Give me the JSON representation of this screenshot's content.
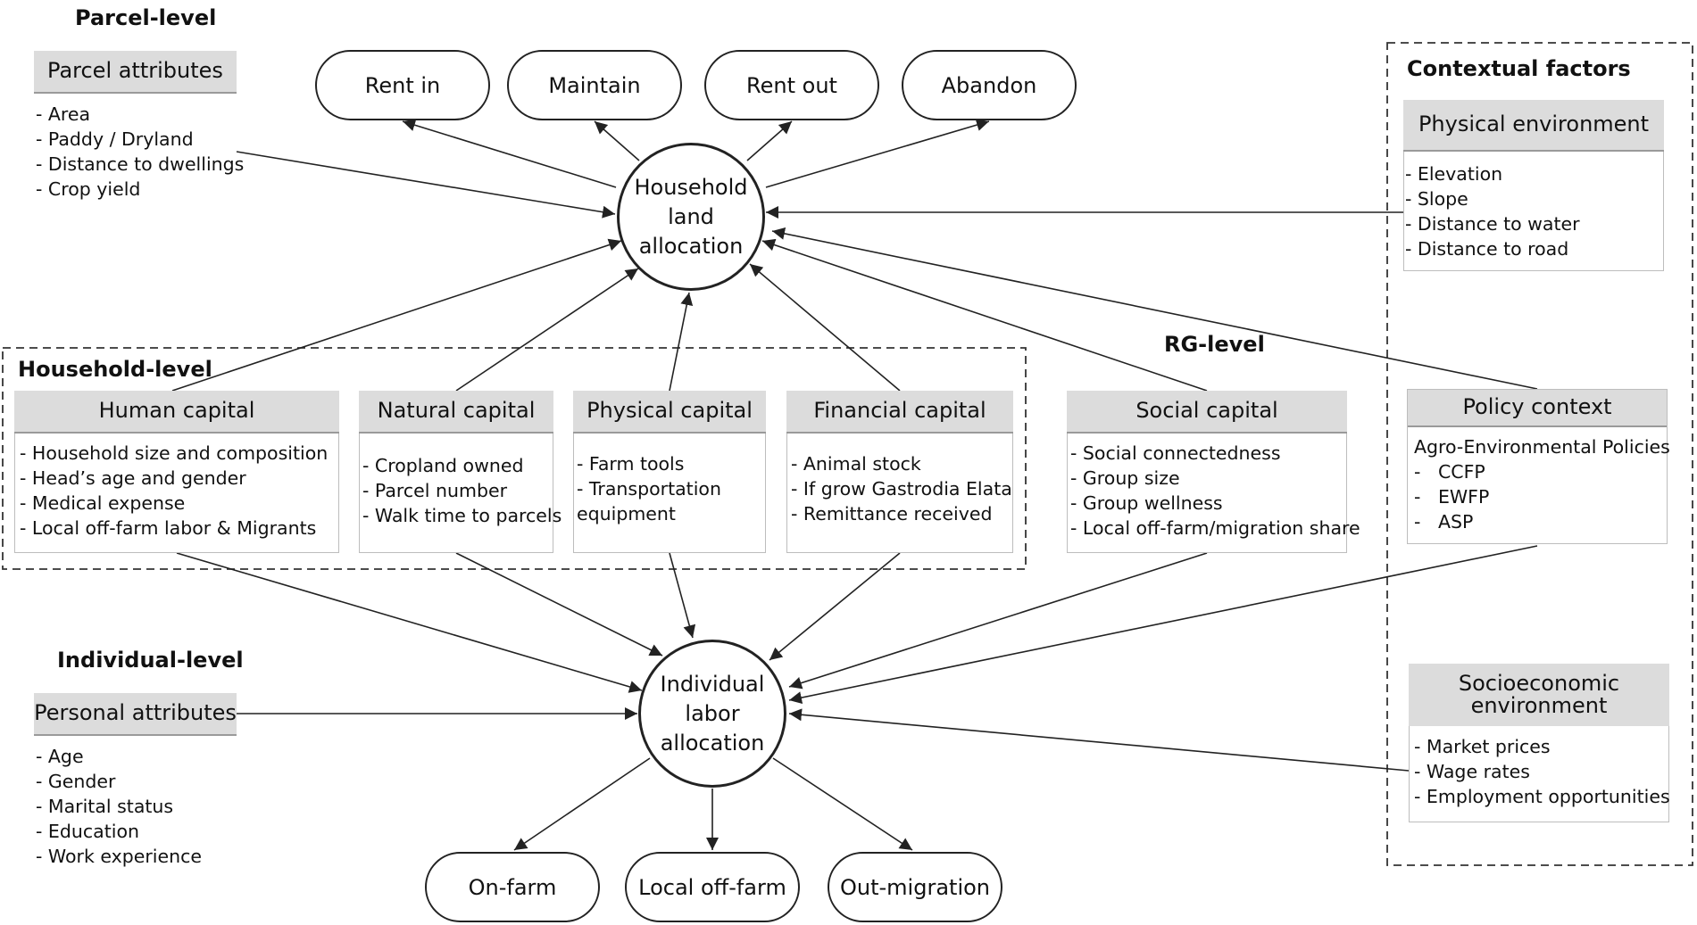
{
  "levels": {
    "parcel": "Parcel-level",
    "household": "Household-level",
    "individual": "Individual-level",
    "rg": "RG-level",
    "contextual": "Contextual factors"
  },
  "central": {
    "land": [
      "Household",
      "land",
      "allocation"
    ],
    "labor": [
      "Individual",
      "labor",
      "allocation"
    ]
  },
  "land_outcomes": [
    "Rent in",
    "Maintain",
    "Rent out",
    "Abandon"
  ],
  "labor_outcomes": [
    "On-farm",
    "Local off-farm",
    "Out-migration"
  ],
  "boxes": {
    "parcel_attributes": {
      "title": "Parcel attributes",
      "items": [
        "- Area",
        "- Paddy / Dryland",
        "- Distance to dwellings",
        "- Crop yield"
      ]
    },
    "human_capital": {
      "title": "Human capital",
      "items": [
        "- Household size and composition",
        "- Head’s age and gender",
        "- Medical expense",
        "- Local off-farm labor & Migrants"
      ]
    },
    "natural_capital": {
      "title": "Natural capital",
      "items": [
        "- Cropland owned",
        "- Parcel number",
        "- Walk time to parcels"
      ]
    },
    "physical_capital": {
      "title": "Physical capital",
      "items": [
        "- Farm tools",
        "- Transportation",
        "equipment"
      ]
    },
    "financial_capital": {
      "title": "Financial capital",
      "items": [
        "- Animal stock",
        "- If grow Gastrodia Elata",
        "- Remittance received"
      ]
    },
    "social_capital": {
      "title": "Social capital",
      "items": [
        "- Social connectedness",
        "- Group size",
        "- Group wellness",
        "- Local off-farm/migration share"
      ]
    },
    "personal_attributes": {
      "title": "Personal attributes",
      "items": [
        "- Age",
        "- Gender",
        "- Marital status",
        "- Education",
        "- Work experience"
      ]
    },
    "physical_environment": {
      "title": "Physical environment",
      "items": [
        "- Elevation",
        "- Slope",
        "- Distance to water",
        "- Distance to road"
      ]
    },
    "policy_context": {
      "title": "Policy context",
      "items": [
        "Agro-Environmental Policies",
        "-   CCFP",
        "-   EWFP",
        "-   ASP"
      ]
    },
    "socioeconomic_environment": {
      "title_lines": [
        "Socioeconomic",
        "environment"
      ],
      "items": [
        "- Market prices",
        "- Wage rates",
        "- Employment opportunities"
      ]
    }
  }
}
